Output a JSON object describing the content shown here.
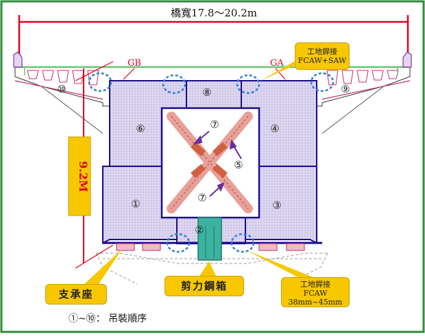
{
  "title": "橋寬17.8～20.2m",
  "height_label": "9.2M",
  "labels": {
    "gb": "GB",
    "ga": "GA",
    "bearing": "支承座",
    "shear_box": "剪力鋼箱",
    "weld_top_line1": "工地銲接",
    "weld_top_line2": "FCAW+SAW",
    "weld_bottom_line1": "工地銲接",
    "weld_bottom_line2": "FCAW",
    "weld_bottom_line3": "38mm~45mm"
  },
  "segments": {
    "s1": "①",
    "s2": "②",
    "s3": "③",
    "s4": "④",
    "s5": "⑤",
    "s6": "⑥",
    "s7a": "⑦",
    "s7b": "⑦",
    "s8": "⑧",
    "s9": "⑨",
    "s10": "⑩"
  },
  "caption": "①~⑩： 吊裝順序",
  "colors": {
    "frame": "#2e8b3a",
    "red": "#e0001b",
    "segment_fill": "#ddd6f0",
    "segment_stroke": "#1a0a8c",
    "callout": "#f7c700",
    "weld_circle": "#2f7fd6",
    "brace": "#e8a098",
    "shear": "#3bb3a0",
    "bearing": "#f2b8d0",
    "deck_green": "#6fbf6f"
  }
}
